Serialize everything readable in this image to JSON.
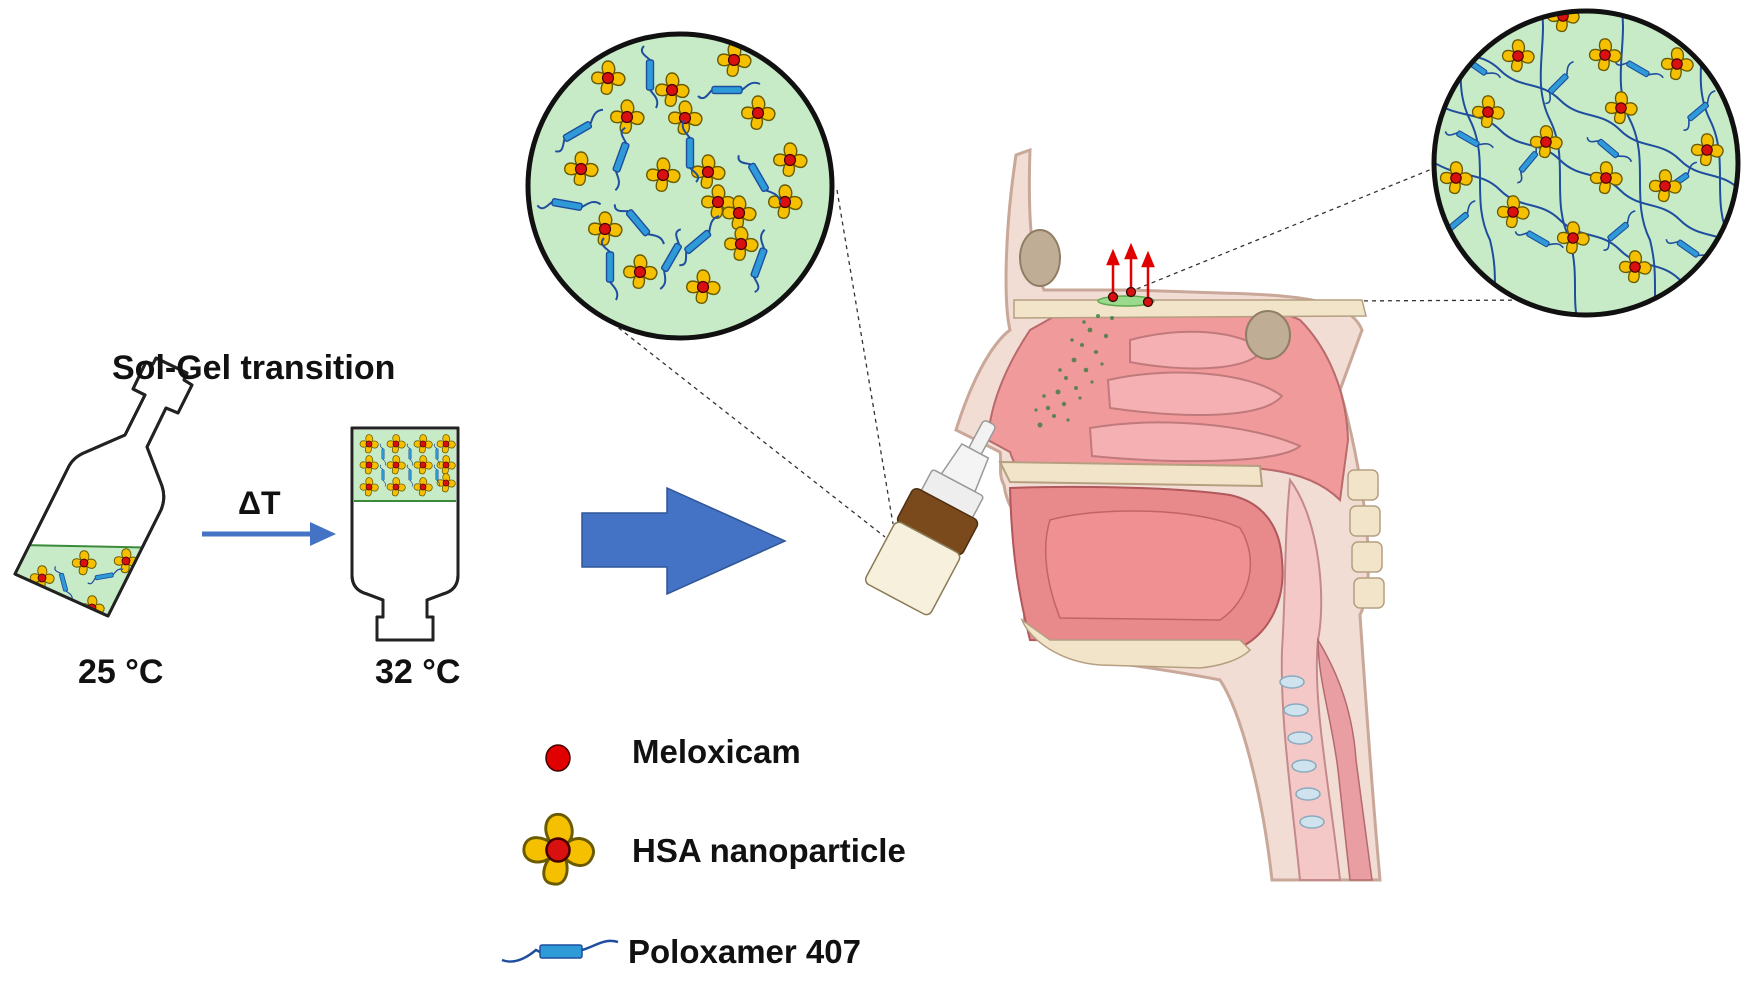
{
  "title": "Sol-Gel transition",
  "delta_label": "ΔT",
  "temp_sol": "25 °C",
  "temp_gel": "32 °C",
  "legend": {
    "meloxicam": "Meloxicam",
    "hsa": "HSA nanoparticle",
    "poloxamer": "Poloxamer 407"
  },
  "colors": {
    "gel": "#c8ebc7",
    "arrow": "#4472c4",
    "drug": "#e00000",
    "nanoparticle": "#f5c000",
    "polymer": "#2e9ad8",
    "polymer_dark": "#1f4e9e",
    "tissue": "#f4b8b8",
    "release_arrow": "#e00000"
  },
  "icons": [
    "sol-vial-icon",
    "gel-vial-icon",
    "nasal-spray-icon",
    "head-anatomy-icon",
    "flower-nanoparticle-icon"
  ]
}
